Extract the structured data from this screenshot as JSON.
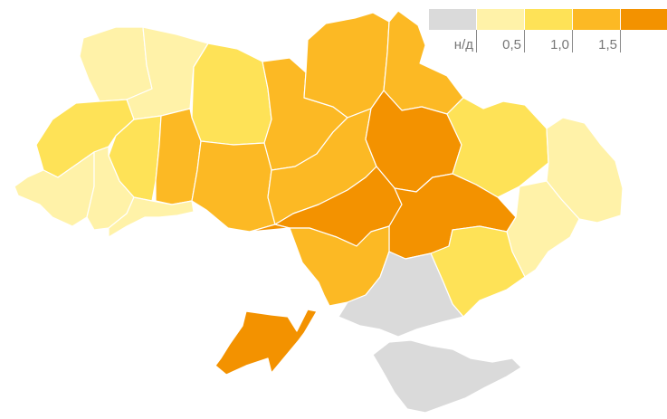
{
  "legend": {
    "labels": [
      "н/д",
      "0,5",
      "1,0",
      "1,5"
    ],
    "colors": [
      "#dadada",
      "#fff2a8",
      "#fee257",
      "#fcb924",
      "#f39200"
    ]
  },
  "map": {
    "colors": {
      "nodata": "#dadada",
      "level1": "#fff2a8",
      "level2": "#fee257",
      "level3": "#fcb924",
      "level4": "#f39200"
    },
    "regions": [
      {
        "name": "volyn",
        "level": "level1"
      },
      {
        "name": "rivne",
        "level": "level1"
      },
      {
        "name": "zhytomyr",
        "level": "level2"
      },
      {
        "name": "kyiv",
        "level": "level3"
      },
      {
        "name": "chernihiv",
        "level": "level3"
      },
      {
        "name": "sumy",
        "level": "level3"
      },
      {
        "name": "lviv",
        "level": "level2"
      },
      {
        "name": "ternopil",
        "level": "level2"
      },
      {
        "name": "khmelnytskyi",
        "level": "level3"
      },
      {
        "name": "vinnytsia",
        "level": "level3"
      },
      {
        "name": "cherkasy",
        "level": "level3"
      },
      {
        "name": "poltava",
        "level": "level4"
      },
      {
        "name": "kharkiv",
        "level": "level2"
      },
      {
        "name": "luhansk",
        "level": "level1"
      },
      {
        "name": "zakarpattia",
        "level": "level1"
      },
      {
        "name": "ivano-frankivsk",
        "level": "level1"
      },
      {
        "name": "chernivtsi",
        "level": "level1"
      },
      {
        "name": "kirovohrad",
        "level": "level4"
      },
      {
        "name": "dnipropetrovsk",
        "level": "level4"
      },
      {
        "name": "donetsk",
        "level": "level1"
      },
      {
        "name": "odesa",
        "level": "level4"
      },
      {
        "name": "mykolaiv",
        "level": "level3"
      },
      {
        "name": "zaporizhzhia",
        "level": "level2"
      },
      {
        "name": "kherson",
        "level": "nodata"
      },
      {
        "name": "crimea",
        "level": "nodata"
      }
    ]
  }
}
